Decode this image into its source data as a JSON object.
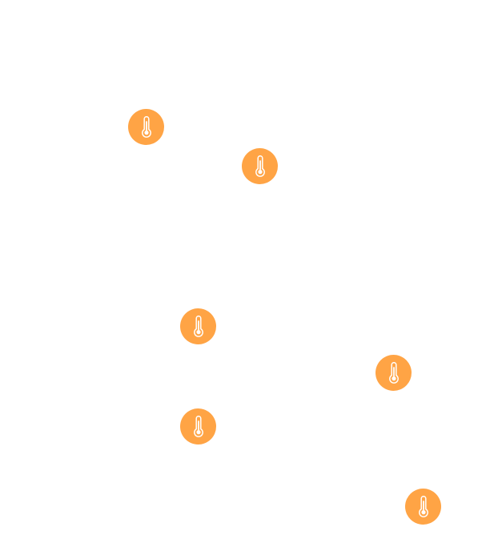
{
  "map": {
    "markers": [
      {
        "id": 1,
        "icon": "thermometer-icon",
        "color": "#FFA445"
      },
      {
        "id": 2,
        "icon": "thermometer-icon",
        "color": "#FFA445"
      },
      {
        "id": 3,
        "icon": "thermometer-icon",
        "color": "#FFA445"
      },
      {
        "id": 4,
        "icon": "thermometer-icon",
        "color": "#FFA445"
      },
      {
        "id": 5,
        "icon": "thermometer-icon",
        "color": "#FFA445"
      },
      {
        "id": 6,
        "icon": "thermometer-icon",
        "color": "#FFA445"
      }
    ]
  }
}
